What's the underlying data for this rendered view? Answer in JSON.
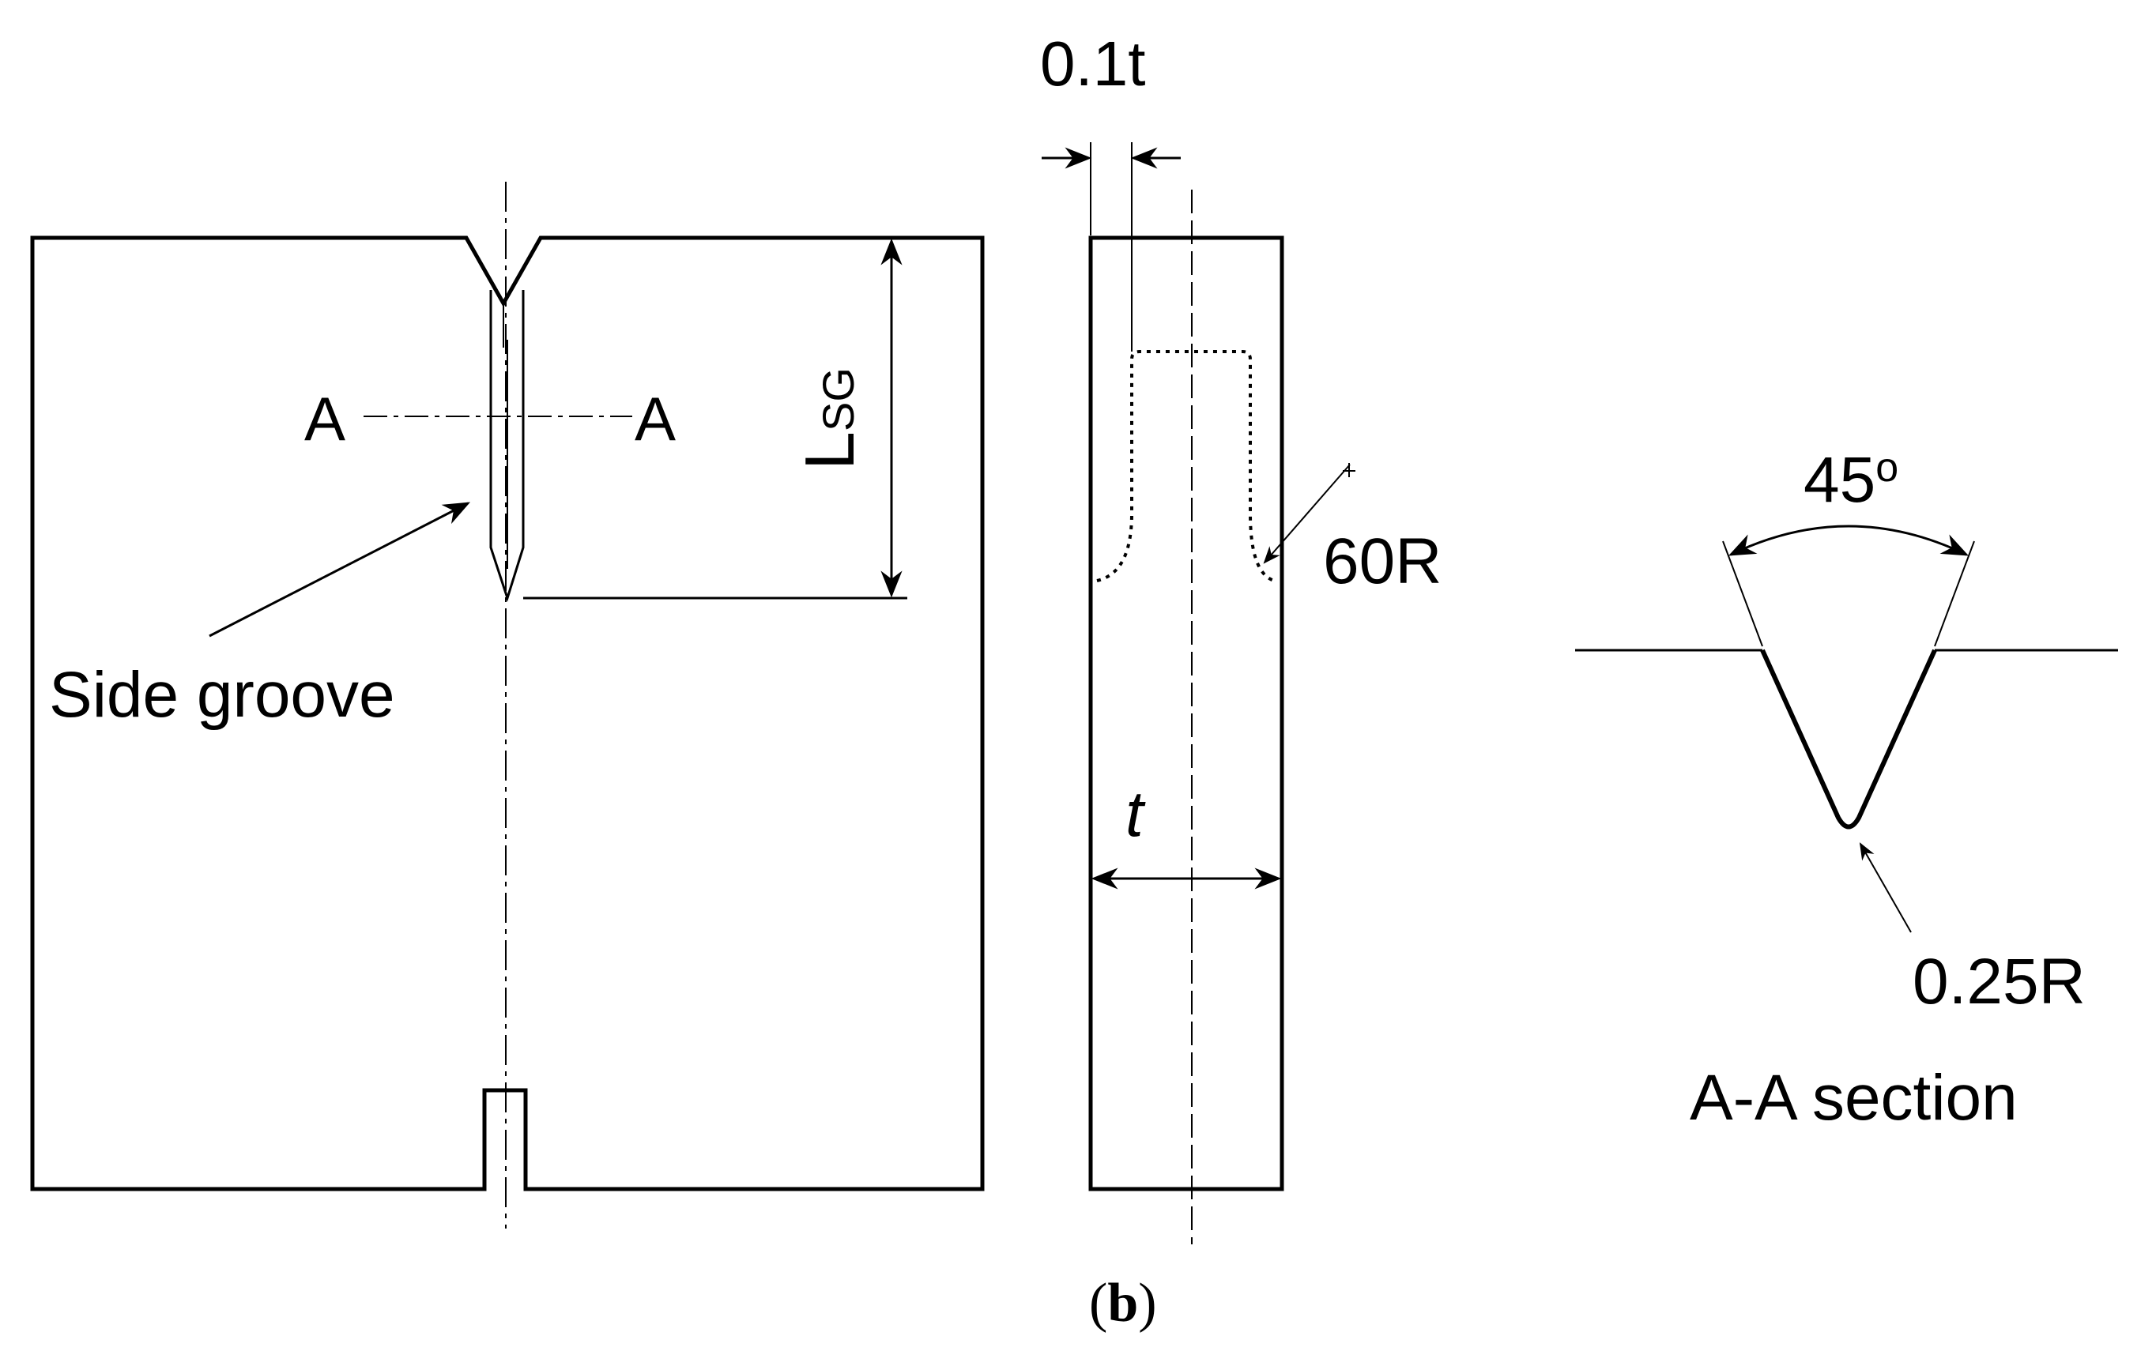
{
  "labels": {
    "section_a_left": "A",
    "section_a_right": "A",
    "lsg_main": "L",
    "lsg_sub": "SG",
    "side_groove": "Side groove",
    "thickness_fraction": "0.1t",
    "radius_60": "60R",
    "thickness": "t",
    "angle": "45",
    "angle_unit": "o",
    "tip_radius": "0.25R",
    "section_title": "A-A section"
  },
  "caption": {
    "open": "(",
    "letter": "b",
    "close": ")"
  }
}
